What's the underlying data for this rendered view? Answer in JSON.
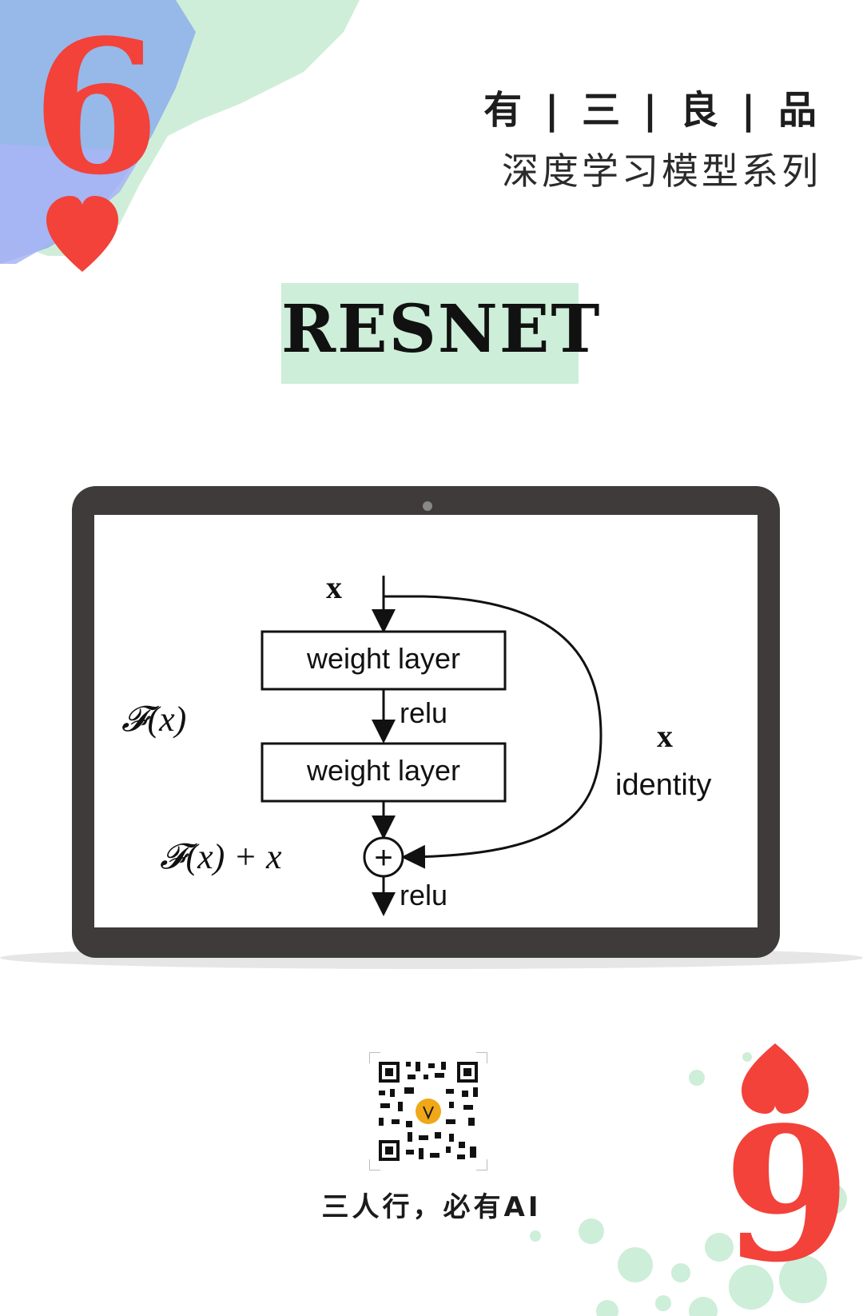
{
  "card": {
    "rank_top": "6",
    "rank_bottom": "9",
    "suit_color": "#f2423a"
  },
  "header": {
    "brand": "有 | 三 | 良 | 品",
    "series": "深度学习模型系列"
  },
  "title": "RESNET",
  "diagram": {
    "input_label": "x",
    "layer1_label": "weight layer",
    "activation1_label": "relu",
    "layer2_label": "weight layer",
    "residual_label": "𝓕(x)",
    "sum_label": "𝓕(x) + x",
    "identity_x_label": "x",
    "identity_label": "identity",
    "output_label": "relu",
    "plus_symbol": "+"
  },
  "footer": {
    "slogan": "三人行，必有AI"
  },
  "colors": {
    "accent_green": "#cdeed8",
    "accent_blue": "#8fb4ec",
    "laptop_frame": "#3f3b3b"
  }
}
